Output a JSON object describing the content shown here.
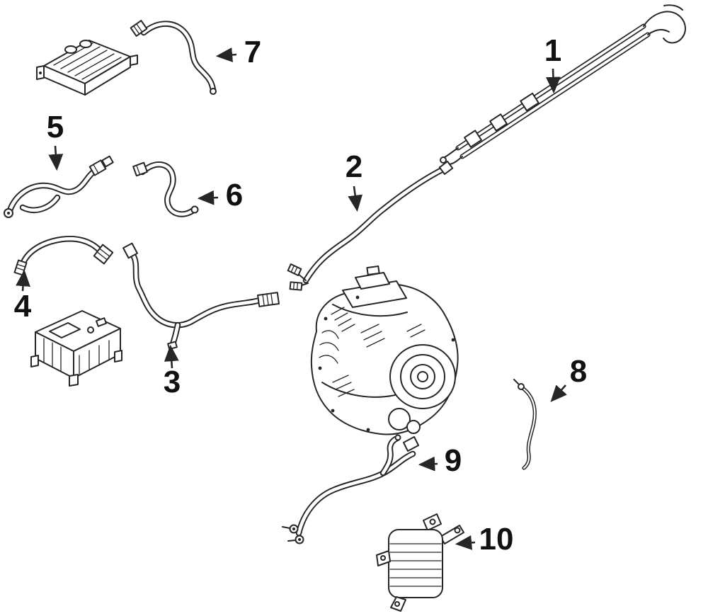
{
  "diagram": {
    "type": "parts-diagram",
    "background_color": "#ffffff",
    "line_color": "#262626",
    "callout_color": "#111111",
    "callouts": [
      {
        "label": "1"
      },
      {
        "label": "2"
      },
      {
        "label": "3"
      },
      {
        "label": "4"
      },
      {
        "label": "5"
      },
      {
        "label": "6"
      },
      {
        "label": "7"
      },
      {
        "label": "8"
      },
      {
        "label": "9"
      },
      {
        "label": "10"
      }
    ]
  }
}
